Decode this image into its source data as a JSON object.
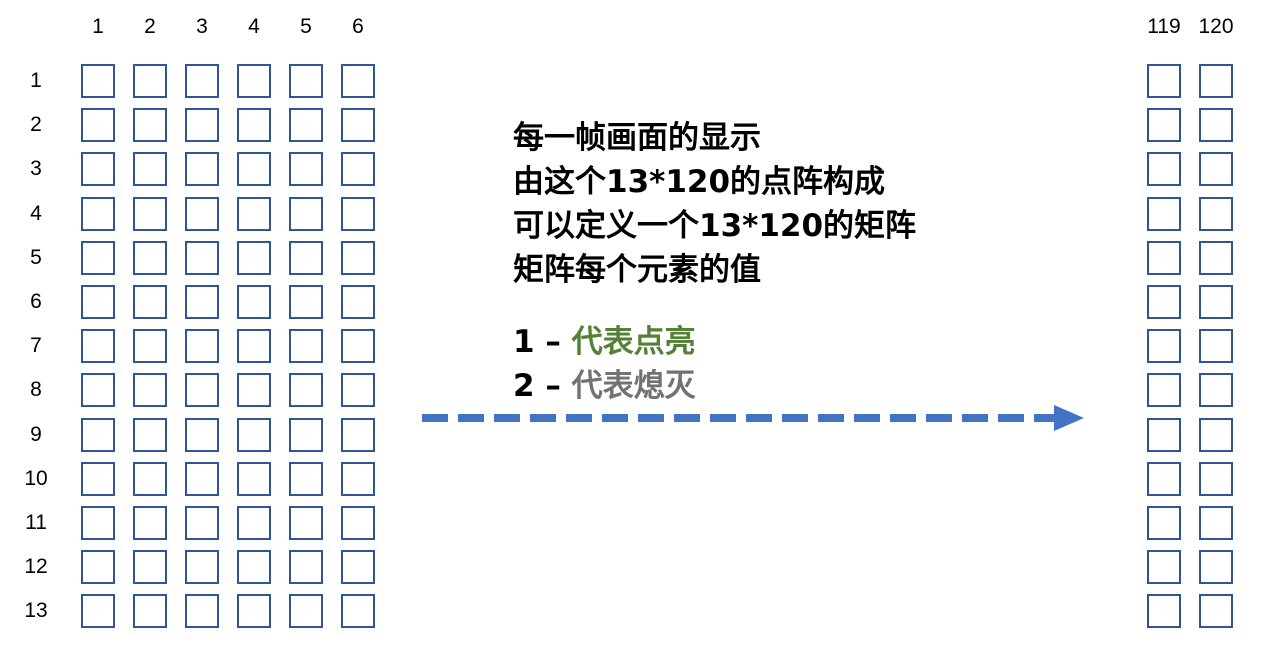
{
  "columns_left": [
    "1",
    "2",
    "3",
    "4",
    "5",
    "6"
  ],
  "columns_right": [
    "119",
    "120"
  ],
  "rows": [
    "1",
    "2",
    "3",
    "4",
    "5",
    "6",
    "7",
    "8",
    "9",
    "10",
    "11",
    "12",
    "13"
  ],
  "description": [
    "每一帧画面的显示",
    "由这个13*120的点阵构成",
    "可以定义一个13*120的矩阵",
    "矩阵每个元素的值"
  ],
  "legend": [
    {
      "key": "1 – ",
      "label": "代表点亮",
      "color": "#538135"
    },
    {
      "key": "2 – ",
      "label": "代表熄灭",
      "color": "#767171"
    }
  ],
  "colors": {
    "cell_border": "#2f5597",
    "arrow": "#4472c4"
  }
}
